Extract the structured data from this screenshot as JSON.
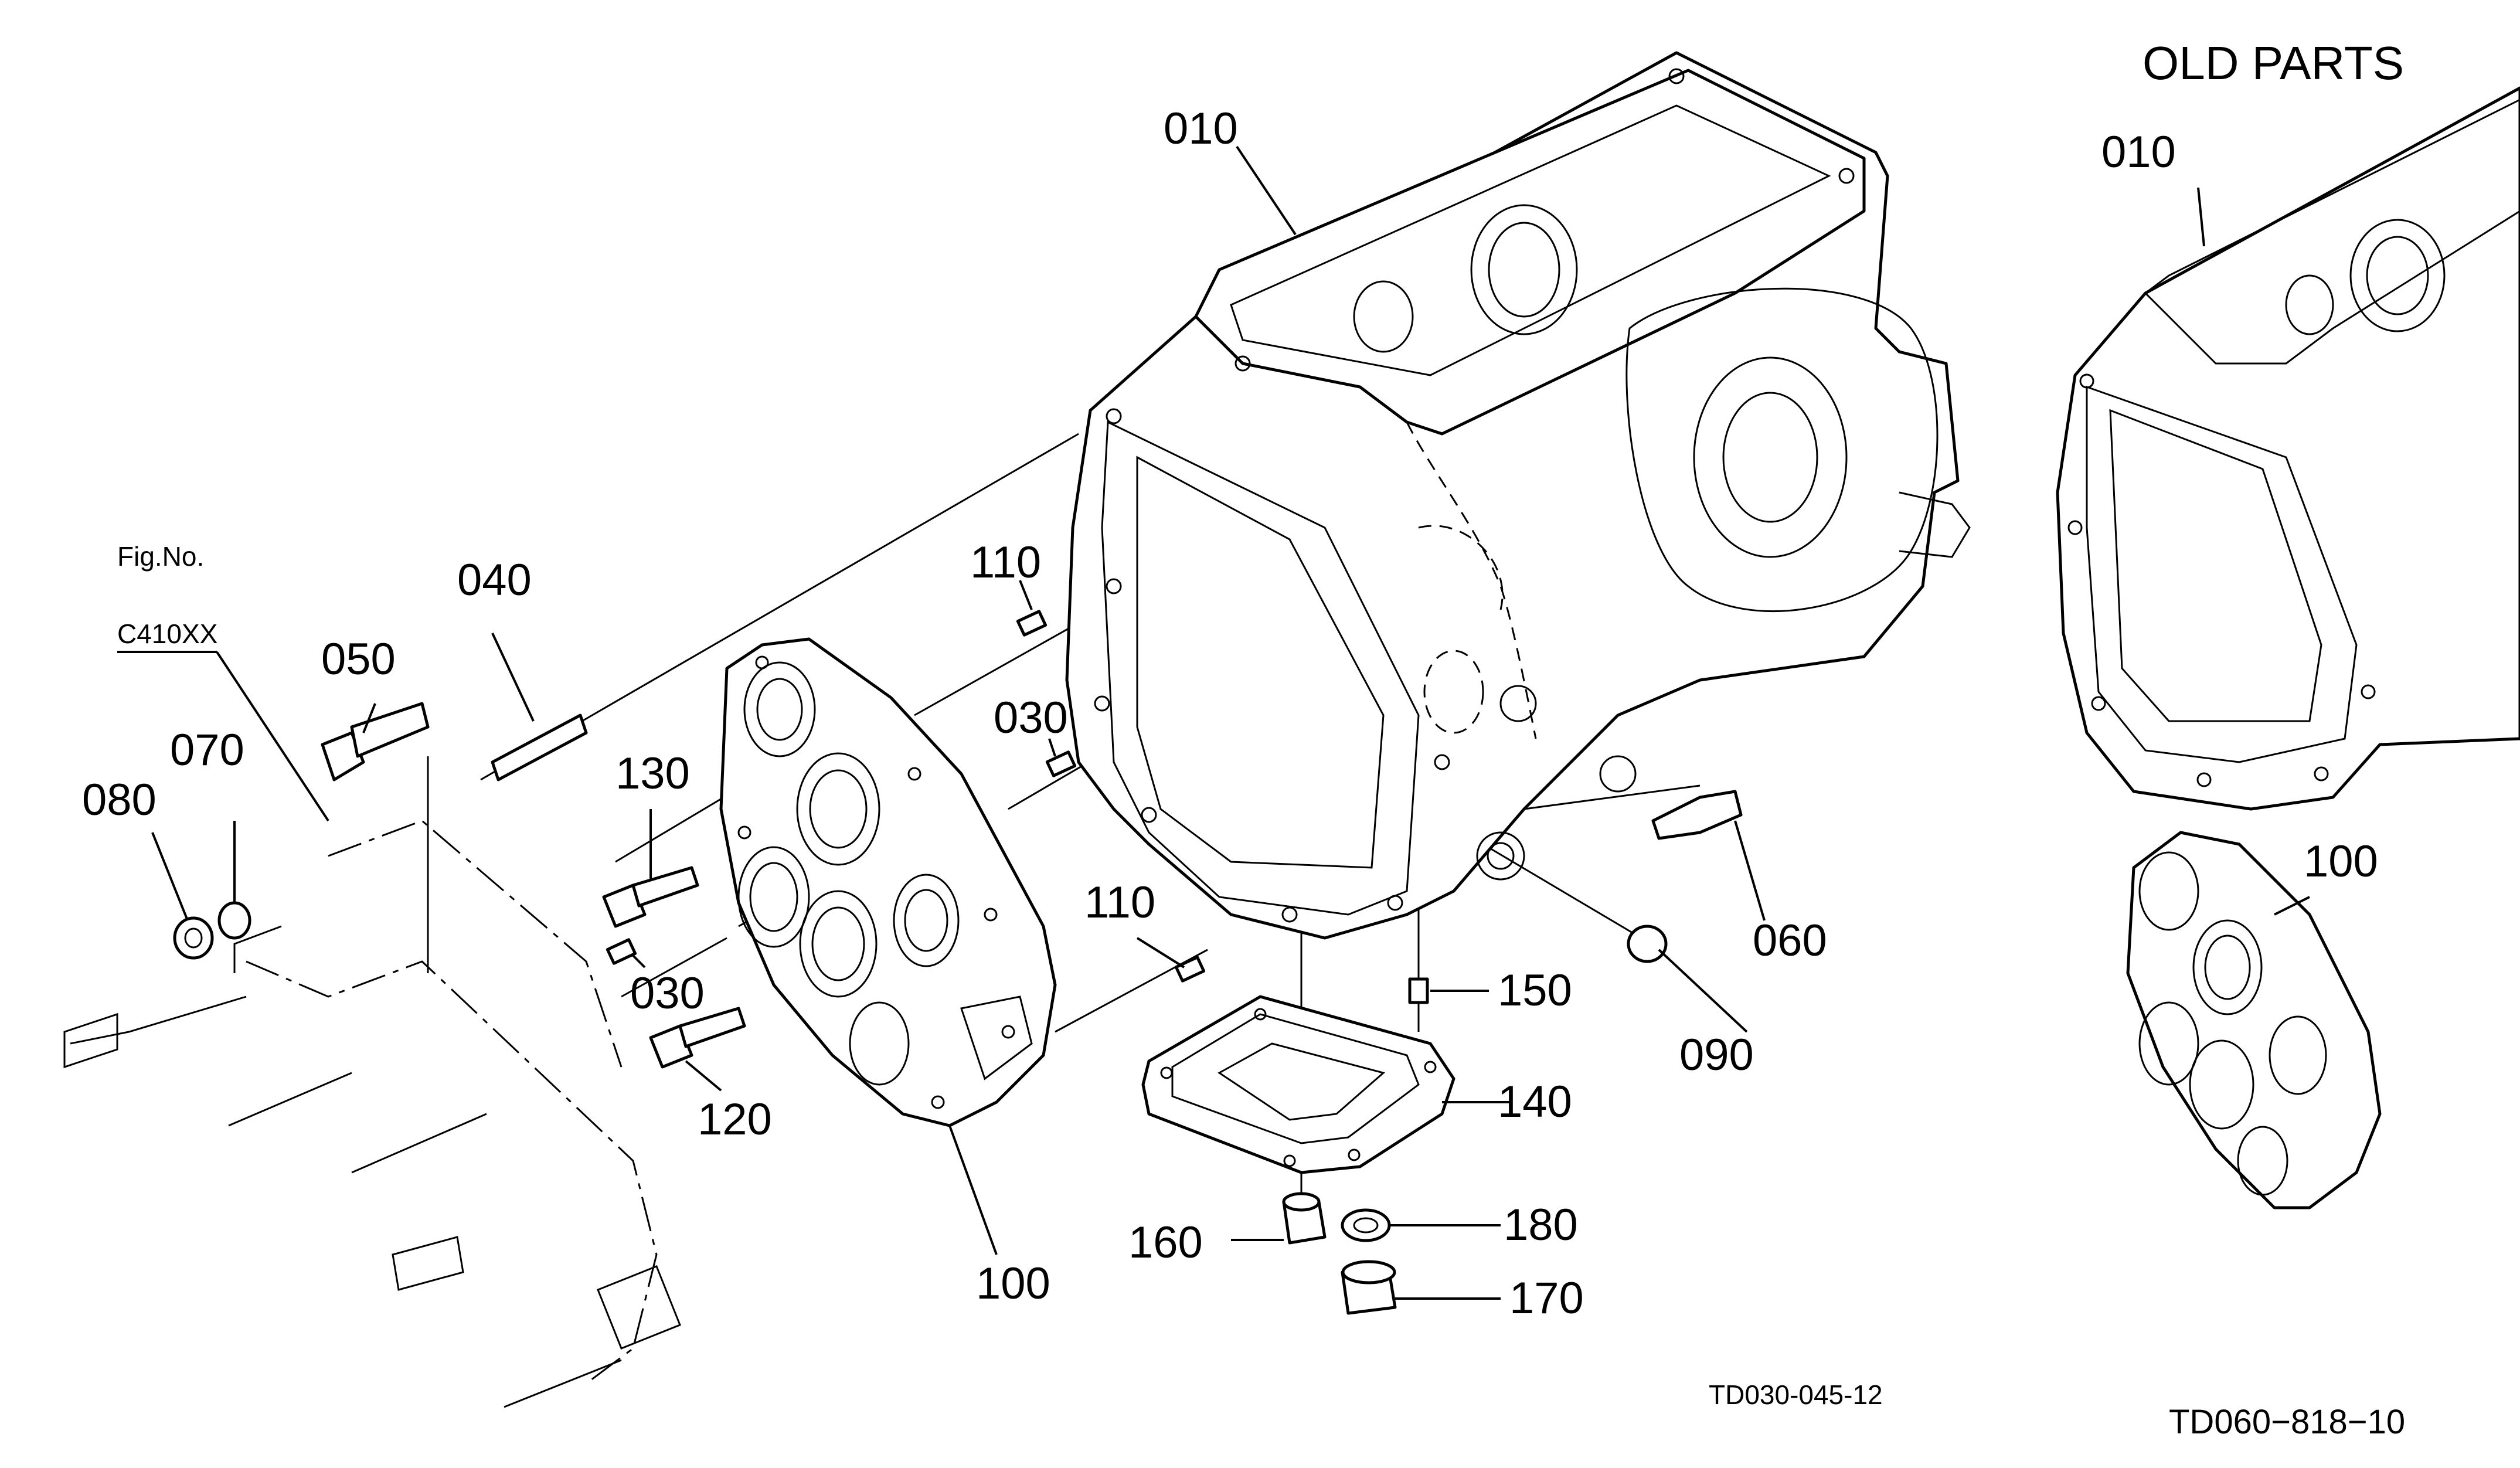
{
  "header": {
    "old_parts": "OLD PARTS"
  },
  "figure_ref": {
    "line1": "Fig.No.",
    "line2": "C410XX"
  },
  "callouts": {
    "c010": "010",
    "c010_old": "010",
    "c040": "040",
    "c050": "050",
    "c070": "070",
    "c080": "080",
    "c110_top": "110",
    "c030_mid": "030",
    "c130": "130",
    "c030_low": "030",
    "c120": "120",
    "c100": "100",
    "c100_old": "100",
    "c110_low": "110",
    "c060": "060",
    "c090": "090",
    "c150": "150",
    "c140": "140",
    "c160": "160",
    "c180": "180",
    "c170": "170"
  },
  "codes": {
    "left": "TD030-045-12",
    "right": "TD060−818−10"
  }
}
